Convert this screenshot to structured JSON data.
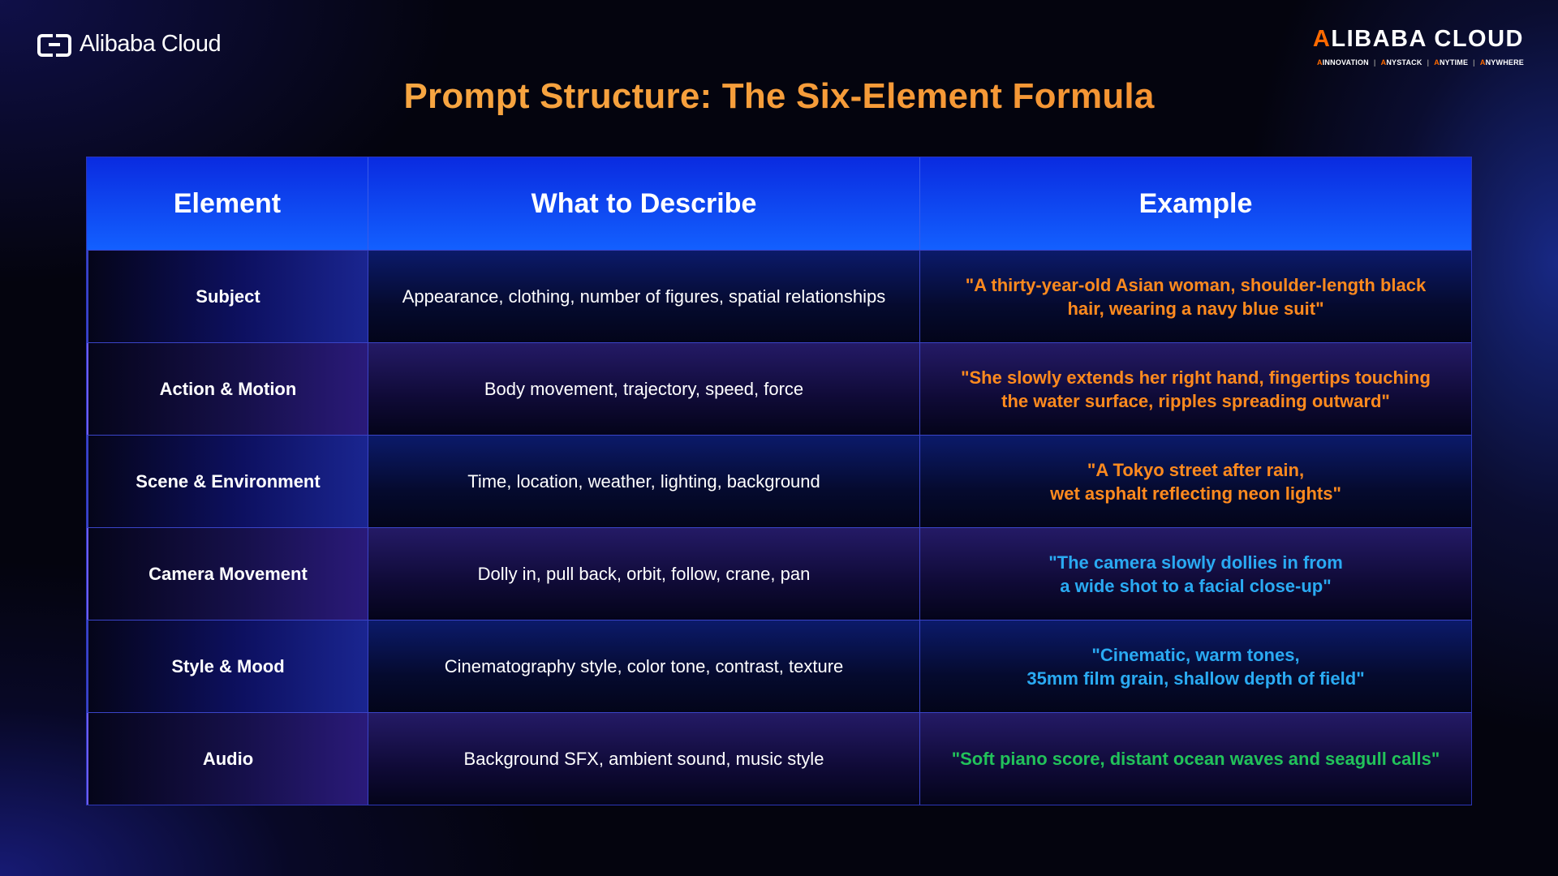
{
  "header": {
    "logo_left_text": "Alibaba Cloud",
    "logo_right_first_letter": "A",
    "logo_right_rest": "LIBABA CLOUD",
    "tagline": [
      {
        "a": "A",
        "rest": "INNOVATION"
      },
      {
        "a": "A",
        "rest": "NYSTACK"
      },
      {
        "a": "A",
        "rest": "NYTIME"
      },
      {
        "a": "A",
        "rest": "NYWHERE"
      }
    ],
    "tagline_separator": "|"
  },
  "title": "Prompt Structure: The Six-Element Formula",
  "table": {
    "columns": [
      "Element",
      "What to Describe",
      "Example"
    ],
    "rows": [
      {
        "element": "Subject",
        "describe": "Appearance, clothing, number of figures, spatial relationships",
        "example": "\"A thirty-year-old Asian woman, shoulder-length black\nhair, wearing a navy blue suit\"",
        "example_color": "#ff8a1e"
      },
      {
        "element": "Action & Motion",
        "describe": "Body movement, trajectory, speed, force",
        "example": "\"She slowly extends her right hand, fingertips touching\nthe water surface, ripples spreading outward\"",
        "example_color": "#ff8a1e"
      },
      {
        "element": "Scene & Environment",
        "describe": "Time, location, weather, lighting, background",
        "example": "\"A Tokyo street after rain,\nwet asphalt reflecting neon lights\"",
        "example_color": "#ff8a1e"
      },
      {
        "element": "Camera Movement",
        "describe": "Dolly in, pull back, orbit, follow, crane, pan",
        "example": "\"The camera slowly dollies in from\na wide shot to a facial close-up\"",
        "example_color": "#2aaaf2"
      },
      {
        "element": "Style & Mood",
        "describe": "Cinematography style, color tone, contrast, texture",
        "example": "\"Cinematic, warm tones,\n35mm film grain, shallow depth of field\"",
        "example_color": "#2aaaf2"
      },
      {
        "element": "Audio",
        "describe": "Background SFX, ambient sound, music style",
        "example": "\"Soft piano score, distant ocean waves and seagull calls\"",
        "example_color": "#22c25a"
      }
    ]
  }
}
